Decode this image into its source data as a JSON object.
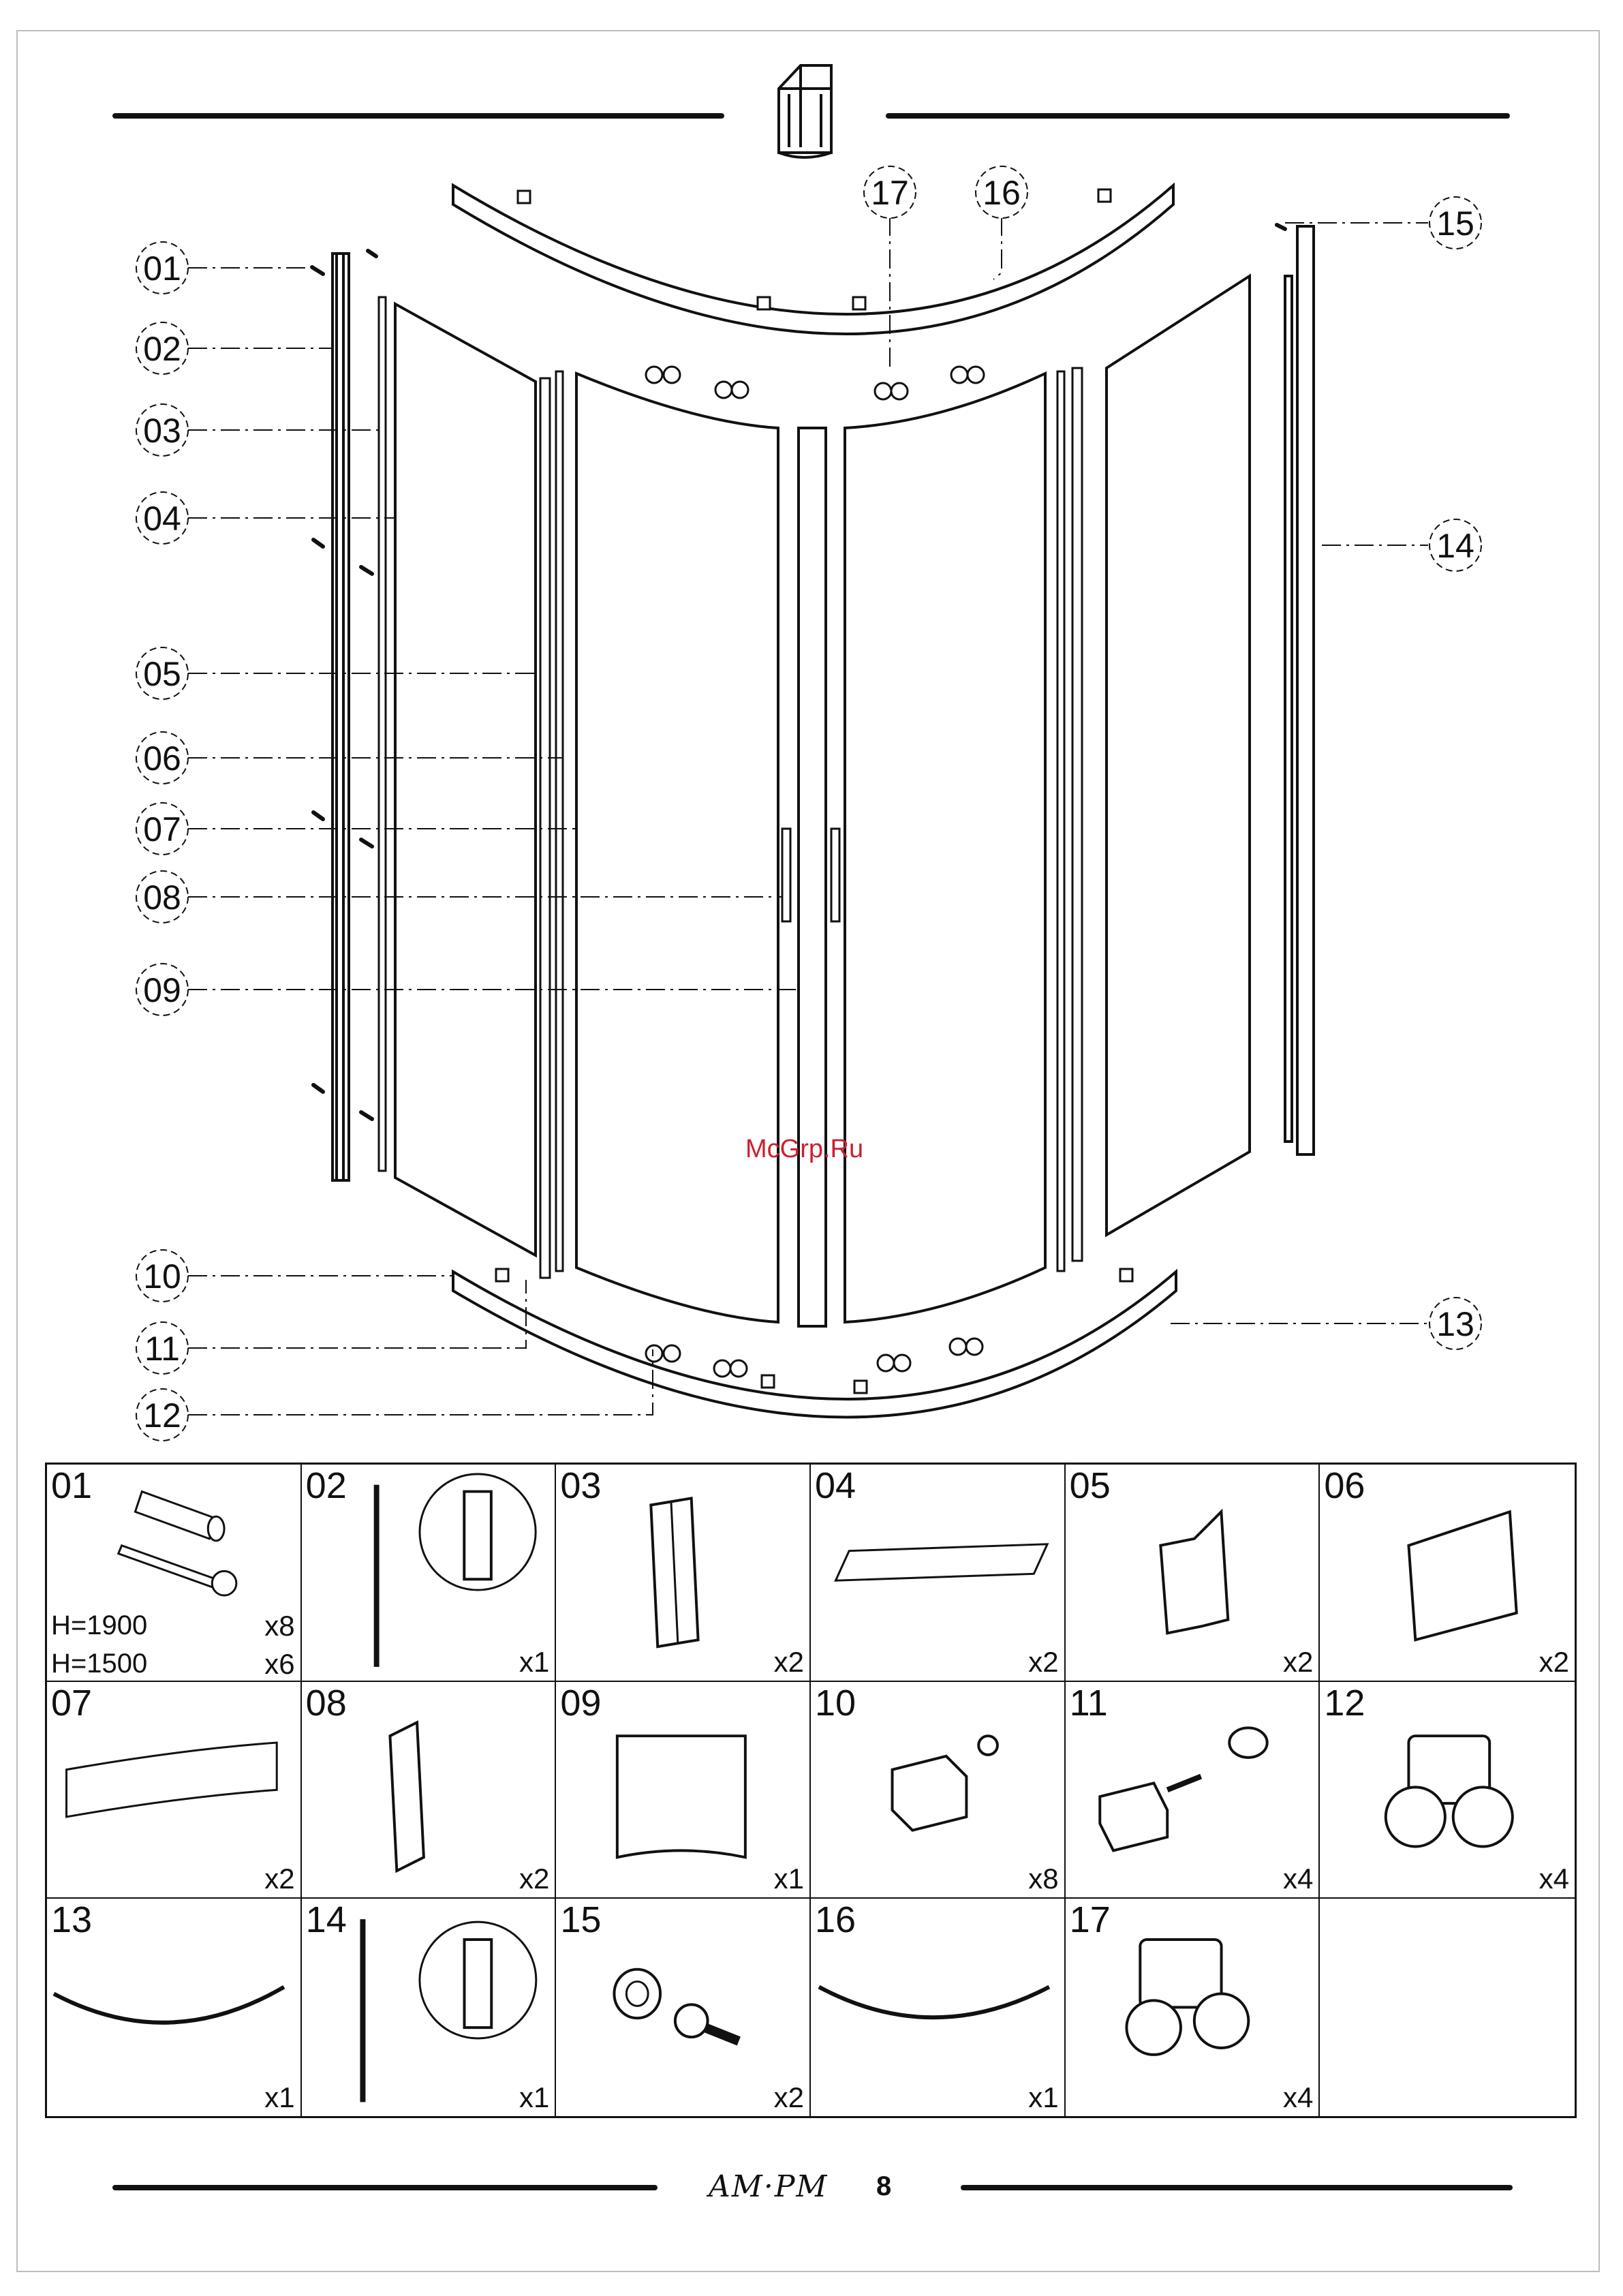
{
  "callouts": [
    {
      "num": "01"
    },
    {
      "num": "02"
    },
    {
      "num": "03"
    },
    {
      "num": "04"
    },
    {
      "num": "05"
    },
    {
      "num": "06"
    },
    {
      "num": "07"
    },
    {
      "num": "08"
    },
    {
      "num": "09"
    },
    {
      "num": "10"
    },
    {
      "num": "11"
    },
    {
      "num": "12"
    },
    {
      "num": "13"
    },
    {
      "num": "14"
    },
    {
      "num": "15"
    },
    {
      "num": "16"
    },
    {
      "num": "17"
    }
  ],
  "watermark": "McGrp.Ru",
  "parts": [
    {
      "num": "01",
      "qty": "",
      "notes": [
        {
          "label": "H=1900",
          "qty": "x8"
        },
        {
          "label": "H=1500",
          "qty": "x6"
        }
      ]
    },
    {
      "num": "02",
      "qty": "x1"
    },
    {
      "num": "03",
      "qty": "x2"
    },
    {
      "num": "04",
      "qty": "x2"
    },
    {
      "num": "05",
      "qty": "x2"
    },
    {
      "num": "06",
      "qty": "x2"
    },
    {
      "num": "07",
      "qty": "x2"
    },
    {
      "num": "08",
      "qty": "x2"
    },
    {
      "num": "09",
      "qty": "x1"
    },
    {
      "num": "10",
      "qty": "x8"
    },
    {
      "num": "11",
      "qty": "x4"
    },
    {
      "num": "12",
      "qty": "x4"
    },
    {
      "num": "13",
      "qty": "x1"
    },
    {
      "num": "14",
      "qty": "x1"
    },
    {
      "num": "15",
      "qty": "x2"
    },
    {
      "num": "16",
      "qty": "x1"
    },
    {
      "num": "17",
      "qty": "x4"
    },
    {
      "num": "",
      "qty": ""
    }
  ],
  "footer": {
    "brand": "AM·PM",
    "page": "8"
  }
}
